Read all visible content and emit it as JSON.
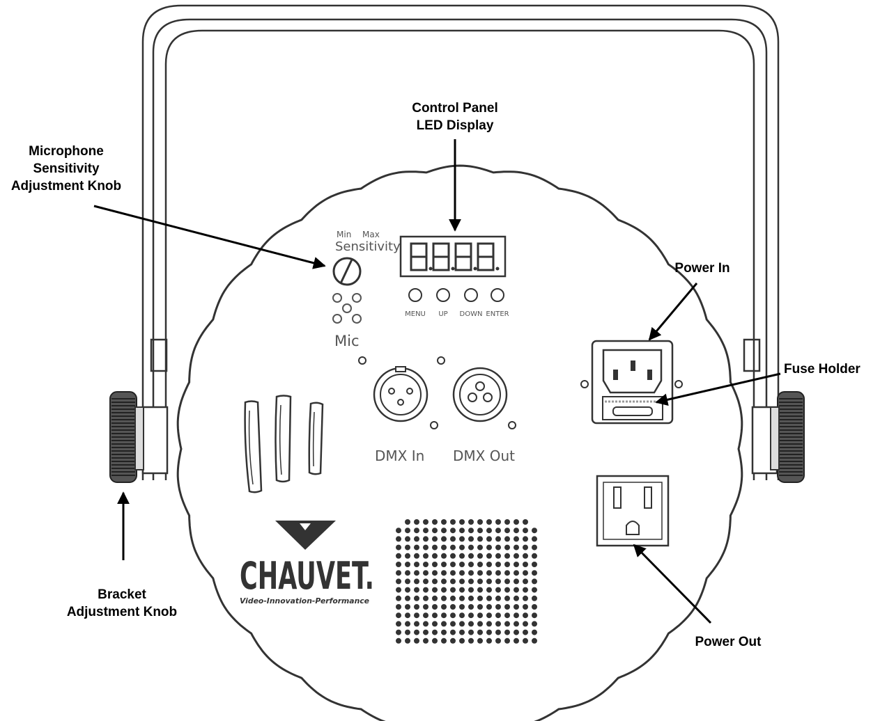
{
  "callouts": {
    "control_panel": [
      "Control Panel",
      "LED Display"
    ],
    "mic_knob": [
      "Microphone",
      "Sensitivity",
      "Adjustment Knob"
    ],
    "power_in": "Power In",
    "fuse_holder": "Fuse Holder",
    "bracket_knob": [
      "Bracket",
      "Adjustment Knob"
    ],
    "power_out": "Power Out"
  },
  "device": {
    "sensitivity_min": "Min",
    "sensitivity_max": "Max",
    "sensitivity_label": "Sensitivity",
    "mic_label": "Mic",
    "buttons": [
      "MENU",
      "UP",
      "DOWN",
      "ENTER"
    ],
    "dmx_in": "DMX In",
    "dmx_out": "DMX Out",
    "brand": "CHAUVET.",
    "tagline": "Video-Innovation-Performance"
  },
  "colors": {
    "line": "#333333",
    "label": "#555555",
    "callout": "#000000"
  }
}
